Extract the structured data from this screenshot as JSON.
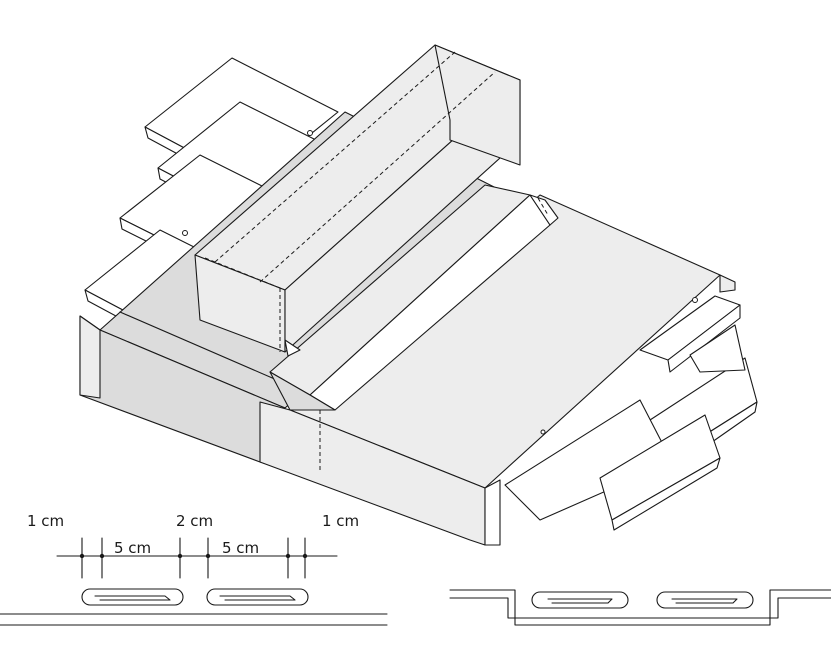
{
  "colors": {
    "outline": "#1a1a1a",
    "light_panel": "#ededed",
    "mid_panel": "#dcdcdc",
    "white": "#ffffff"
  },
  "dimensions": {
    "top_labels": [
      "1 cm",
      "2 cm",
      "1 cm"
    ],
    "bottom_labels": [
      "5 cm",
      "5 cm"
    ]
  }
}
